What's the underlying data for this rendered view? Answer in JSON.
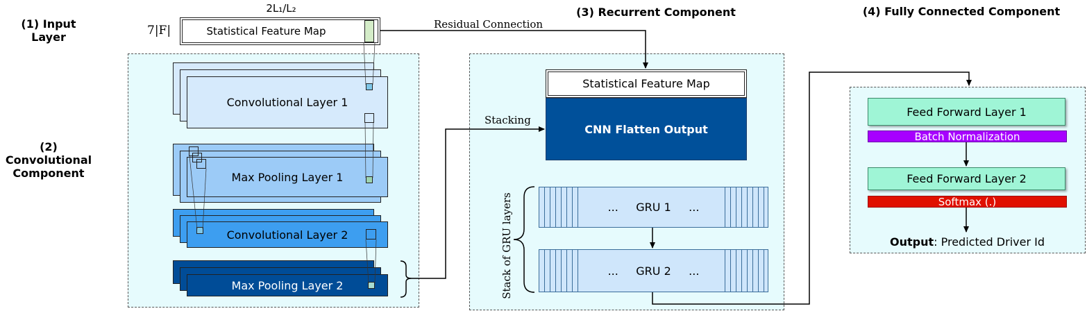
{
  "titles": {
    "input": "(1) Input Layer",
    "conv": "(2) Convolutional Component",
    "recurrent": "(3) Recurrent Component",
    "fc": "(4) Fully Connected Component"
  },
  "input_layer": {
    "dim_top": "2L₁/L₂",
    "dim_left": "7|F|",
    "map_label": "Statistical Feature Map"
  },
  "conv_component": {
    "conv1": "Convolutional Layer 1",
    "pool1": "Max Pooling Layer 1",
    "conv2": "Convolutional Layer 2",
    "pool2": "Max Pooling Layer 2"
  },
  "recurrent_component": {
    "residual": "Residual Connection",
    "stacking": "Stacking",
    "feature_map": "Statistical Feature Map",
    "cnn_flatten": "CNN Flatten Output",
    "gru_stack_label": "Stack of GRU layers",
    "gru1": "...     GRU 1     ...",
    "gru2": "...     GRU 2     ..."
  },
  "fc_component": {
    "ff1": "Feed Forward Layer 1",
    "batch_norm": "Batch Normalization",
    "ff2": "Feed Forward Layer 2",
    "softmax": "Softmax (.)",
    "output_bold": "Output",
    "output_rest": ": Predicted Driver Id"
  },
  "colors": {
    "panel_bg": "#e6fbfd",
    "conv1": "#d6eafc",
    "pool1": "#9ccbf7",
    "conv2": "#3d9ef0",
    "pool2": "#004c97",
    "cnn_flatten": "#00509a",
    "gru": "#cfe6fb",
    "feed_forward": "#9ff5d6",
    "batch_norm": "#a700ff",
    "softmax": "#e01000"
  }
}
